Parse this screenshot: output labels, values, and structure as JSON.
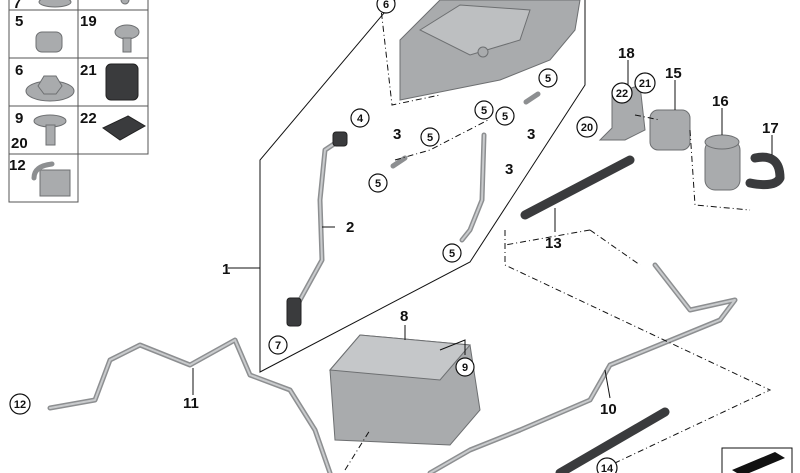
{
  "diagram": {
    "parts_grid": [
      {
        "labels": [
          "7"
        ],
        "icon": "part-7"
      },
      {
        "labels": [
          ""
        ],
        "icon": "part-top-right"
      },
      {
        "labels": [
          "5"
        ],
        "icon": "hose-clamp"
      },
      {
        "labels": [
          "19"
        ],
        "icon": "screw"
      },
      {
        "labels": [
          "6"
        ],
        "icon": "collar-nut"
      },
      {
        "labels": [
          "21"
        ],
        "icon": "rubber-mount"
      },
      {
        "labels": [
          "9",
          "20"
        ],
        "icon": "hex-bolt"
      },
      {
        "labels": [
          "22"
        ],
        "icon": "rubber-pad"
      },
      {
        "labels": [
          "12"
        ],
        "icon": "cable-clip"
      }
    ],
    "callouts": [
      "1",
      "2",
      "3",
      "3",
      "3",
      "8",
      "10",
      "11",
      "13",
      "15",
      "16",
      "17",
      "18"
    ],
    "circled_callouts": [
      "6",
      "4",
      "5",
      "5",
      "5",
      "5",
      "5",
      "5",
      "7",
      "9",
      "12",
      "14",
      "20",
      "21",
      "22"
    ]
  }
}
